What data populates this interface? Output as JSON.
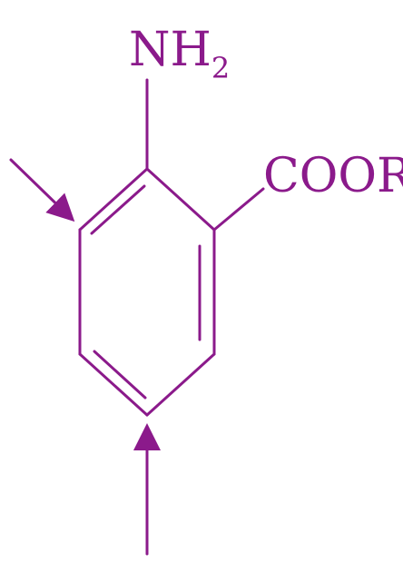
{
  "colors": {
    "line": "#8b1a8b",
    "background": "#ffffff"
  },
  "labels": {
    "amine": {
      "base": "NH",
      "subscript": "2"
    },
    "ester": "COOR"
  },
  "icons": {
    "top_left_arrow": "arrow-icon",
    "bottom_arrow": "arrow-icon"
  }
}
